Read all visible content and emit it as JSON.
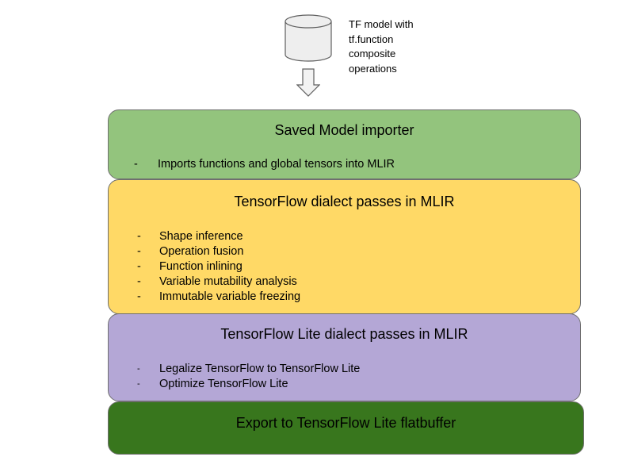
{
  "colors": {
    "importer_fill": "#93c47d",
    "tf_dialect_fill": "#ffd966",
    "tflite_dialect_fill": "#b4a7d6",
    "export_fill": "#38761d",
    "db_fill": "#eeeeee",
    "arrow_fill": "#f3f3f3",
    "outline": "#6f6f6f"
  },
  "source": {
    "icon": "database-cylinder-icon",
    "caption_lines": [
      "TF model with",
      "tf.function",
      "composite",
      "operations"
    ]
  },
  "flow_arrow": {
    "icon": "hollow-down-arrow-icon"
  },
  "stages": {
    "importer": {
      "title": "Saved Model importer",
      "bullet_marker": "-",
      "items": [
        "Imports functions and global tensors into MLIR"
      ]
    },
    "tf_dialect": {
      "title": "TensorFlow dialect passes in MLIR",
      "bullet_marker": "-",
      "items": [
        "Shape inference",
        "Operation fusion",
        "Function inlining",
        "Variable mutability analysis",
        "Immutable variable freezing"
      ]
    },
    "tflite_dialect": {
      "title": "TensorFlow Lite dialect passes in MLIR",
      "bullet_marker": "-",
      "items": [
        "Legalize TensorFlow to TensorFlow Lite",
        "Optimize TensorFlow Lite"
      ]
    },
    "export": {
      "title": "Export to TensorFlow Lite flatbuffer"
    }
  }
}
